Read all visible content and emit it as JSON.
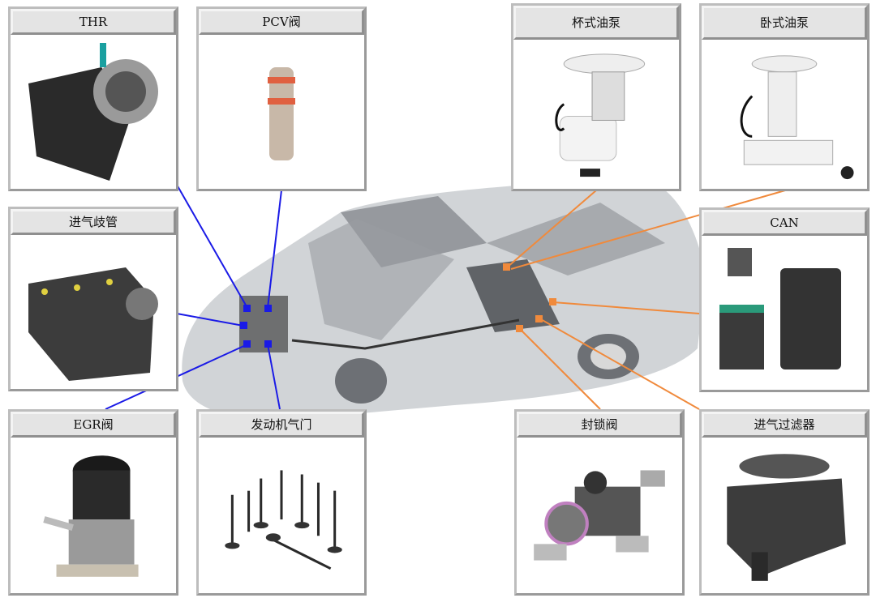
{
  "components": {
    "thr": "THR",
    "pcv": "PCV阀",
    "cup_pump": "杯式油泵",
    "horizontal_pump": "卧式油泵",
    "intake_manifold": "进气歧管",
    "can": "CAN",
    "egr": "EGR阀",
    "engine_valve": "发动机气门",
    "lock_valve": "封锁阀",
    "intake_filter": "进气过滤器"
  },
  "colors": {
    "engine_lines": "#1a1ae6",
    "fuel_lines": "#f08a3c"
  }
}
